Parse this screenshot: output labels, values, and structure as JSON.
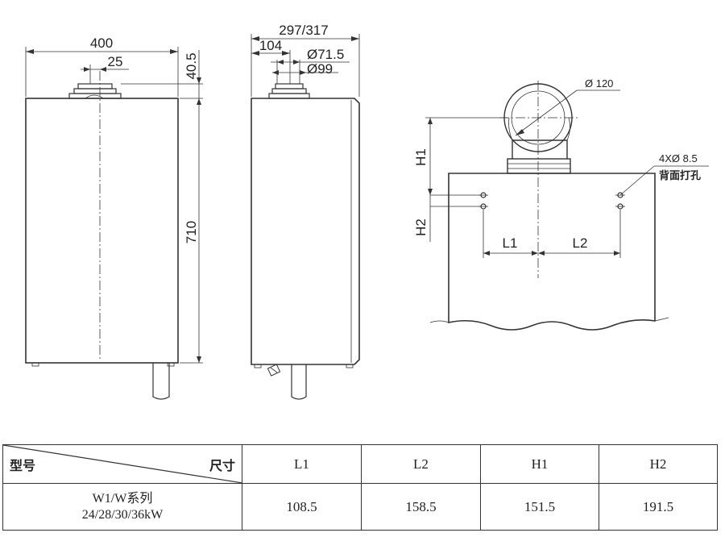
{
  "front_view": {
    "width": "400",
    "flue_offset": "25",
    "top_height": "40.5",
    "height": "710"
  },
  "side_view": {
    "depth": "297/317",
    "flue_depth": "104",
    "inner_diameter": "Ø71.5",
    "outer_diameter": "Ø99"
  },
  "detail_view": {
    "elbow_diameter": "Ø 120",
    "holes": "4XØ 8.5",
    "holes_note": "背面打孔",
    "h1": "H1",
    "h2": "H2",
    "l1": "L1",
    "l2": "L2"
  },
  "table": {
    "corner_left": "型号",
    "corner_right": "尺寸",
    "columns": [
      "L1",
      "L2",
      "H1",
      "H2"
    ],
    "rows": [
      {
        "model_line1": "W1/W系列",
        "model_line2": "24/28/30/36kW",
        "values": [
          "108.5",
          "158.5",
          "151.5",
          "191.5"
        ]
      }
    ]
  }
}
